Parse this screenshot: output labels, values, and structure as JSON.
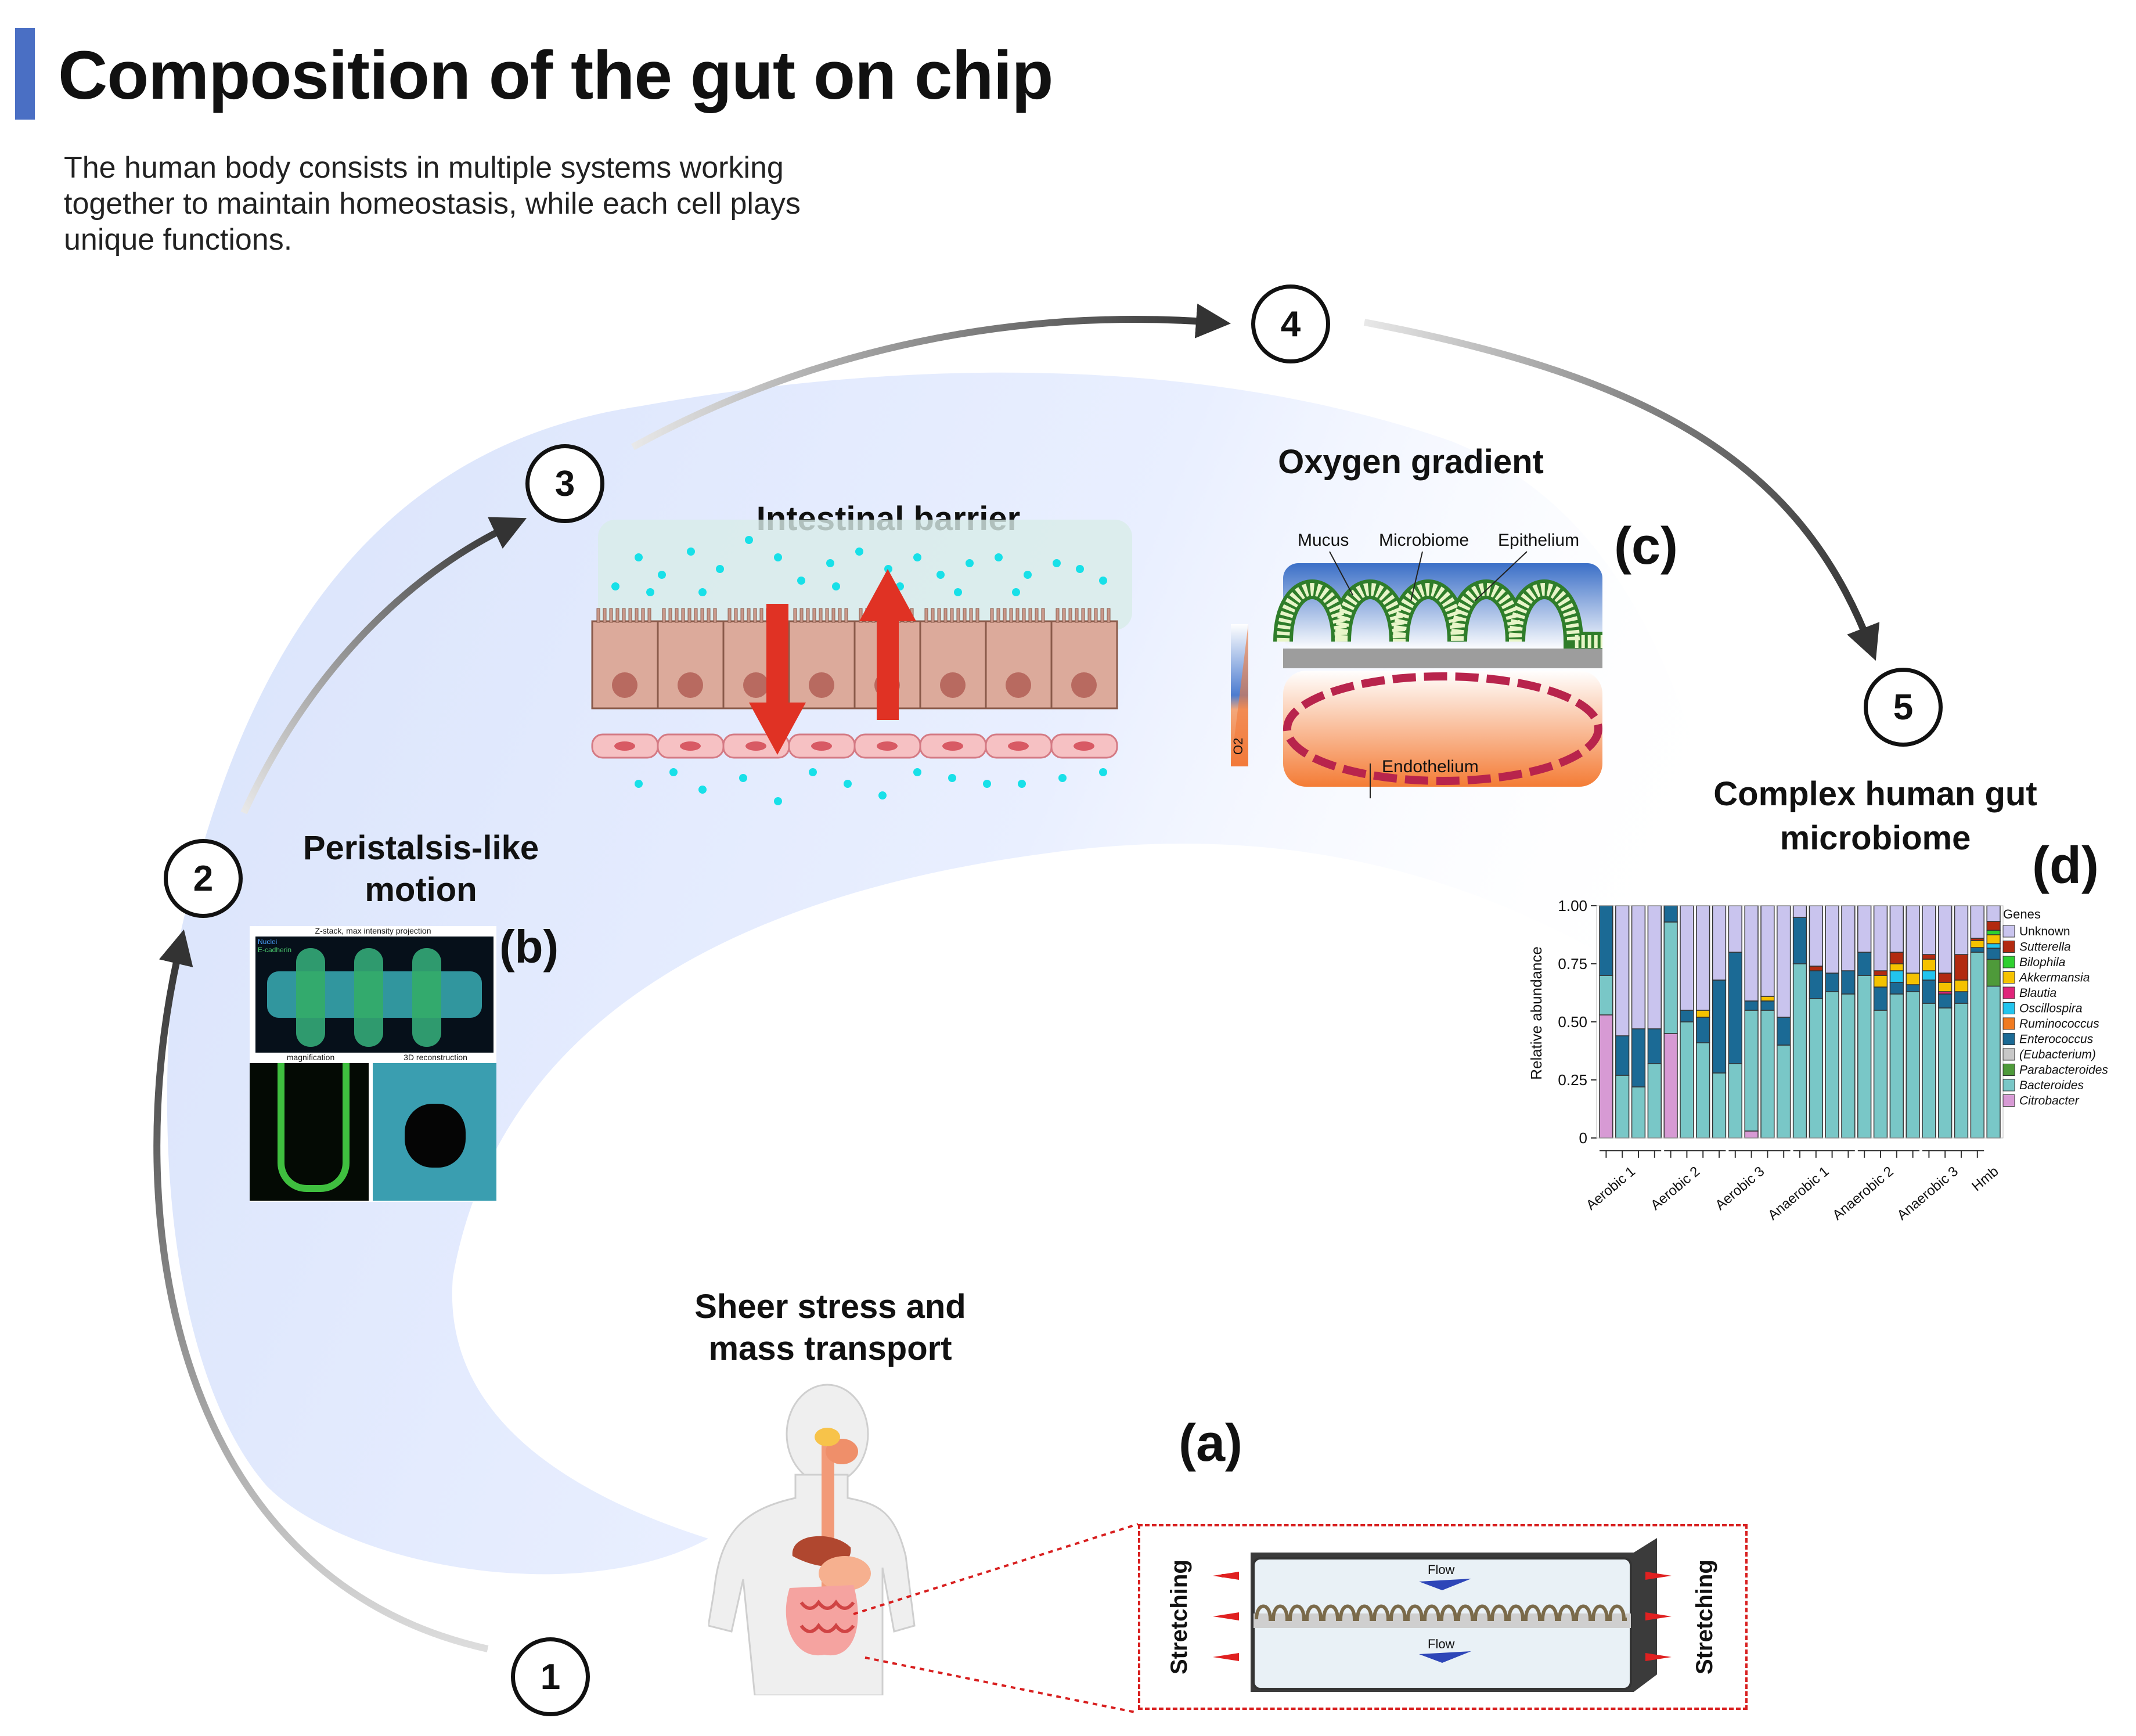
{
  "title": "Composition of the gut on chip",
  "intro": "The human body consists in multiple systems working together to maintain homeostasis, while each cell plays unique functions.",
  "steps": [
    "1",
    "2",
    "3",
    "4",
    "5"
  ],
  "sections": {
    "shear": "Sheer stress and mass transport",
    "peristalsis": "Peristalsis-like motion",
    "barrier": "Intestinal barrier",
    "oxygen": "Oxygen gradient",
    "microbiome": "Complex human gut microbiome"
  },
  "panels": {
    "a": "(a)",
    "b": "(b)",
    "c": "(c)",
    "d": "(d)"
  },
  "chip": {
    "stretch_left": "Stretching",
    "stretch_right": "Stretching",
    "flow_top": "Flow",
    "flow_bottom": "Flow"
  },
  "microscopy": {
    "top_caption": "Z-stack, max intensity projection",
    "legend_1": "Nuclei",
    "legend_2": "E-cadherin",
    "bottom_left": "magnification",
    "bottom_right": "3D reconstruction"
  },
  "oxygen_labels": {
    "mucus": "Mucus",
    "microbiome": "Microbiome",
    "epithelium": "Epithelium",
    "endothelium": "Endothelium",
    "o2": "O2"
  },
  "colors": {
    "accent": "#4a6fc4",
    "arrow_red": "#e03224",
    "teal_bar": "#79c7c7",
    "dot_cyan": "#18e0e8"
  },
  "chart_data": {
    "type": "bar",
    "stacked": true,
    "ylabel": "Relative abundance",
    "yticks": [
      "1.00",
      "0.75",
      "0.50",
      "0.25",
      "0"
    ],
    "ylim": [
      0,
      1
    ],
    "group_labels": [
      "Aerobic 1",
      "Aerobic 2",
      "Aerobic 3",
      "Anaerobic 1",
      "Anaerobic 2",
      "Anaerobic 3",
      "Hmb"
    ],
    "groups": [
      4,
      4,
      4,
      4,
      4,
      4,
      1
    ],
    "legend_title": "Genes",
    "series": [
      {
        "name": "Citrobacter",
        "color": "#d79ad4",
        "values": [
          0.53,
          0,
          0,
          0,
          0.45,
          0,
          0,
          0,
          0,
          0.03,
          0,
          0,
          0,
          0,
          0,
          0,
          0,
          0,
          0,
          0,
          0,
          0,
          0,
          0,
          0
        ]
      },
      {
        "name": "Bacteroides",
        "color": "#79c7c7",
        "values": [
          0.17,
          0.27,
          0.22,
          0.32,
          0.48,
          0.5,
          0.41,
          0.28,
          0.32,
          0.52,
          0.55,
          0.4,
          0.75,
          0.6,
          0.63,
          0.62,
          0.7,
          0.55,
          0.62,
          0.63,
          0.58,
          0.56,
          0.58,
          0.8,
          0.68
        ]
      },
      {
        "name": "Parabacteroides",
        "color": "#4e9a3a",
        "values": [
          0,
          0,
          0,
          0,
          0,
          0,
          0,
          0,
          0,
          0,
          0,
          0,
          0,
          0,
          0,
          0,
          0,
          0,
          0,
          0,
          0,
          0,
          0,
          0,
          0.12
        ]
      },
      {
        "name": "(Eubacterium)",
        "color": "#c8c8c8",
        "values": [
          0,
          0,
          0,
          0,
          0,
          0,
          0,
          0,
          0,
          0,
          0,
          0,
          0,
          0,
          0,
          0,
          0,
          0,
          0,
          0,
          0,
          0,
          0,
          0,
          0
        ]
      },
      {
        "name": "Enterococcus",
        "color": "#1b6a95",
        "values": [
          0.3,
          0.17,
          0.25,
          0.15,
          0.07,
          0.05,
          0.11,
          0.4,
          0.48,
          0.04,
          0.04,
          0.12,
          0.2,
          0.12,
          0.08,
          0.1,
          0.1,
          0.1,
          0.05,
          0.03,
          0.1,
          0.06,
          0.05,
          0.02,
          0.05
        ]
      },
      {
        "name": "Oscillospira",
        "color": "#22c4ee",
        "values": [
          0,
          0,
          0,
          0,
          0,
          0,
          0,
          0,
          0,
          0,
          0,
          0,
          0,
          0,
          0,
          0,
          0,
          0,
          0.05,
          0,
          0.04,
          0,
          0,
          0,
          0.02
        ]
      },
      {
        "name": "Ruminococcus",
        "color": "#f07a20",
        "values": [
          0,
          0,
          0,
          0,
          0,
          0,
          0,
          0,
          0,
          0,
          0,
          0,
          0,
          0,
          0,
          0,
          0,
          0,
          0,
          0,
          0,
          0,
          0,
          0,
          0
        ]
      },
      {
        "name": "Blautia",
        "color": "#e0247a",
        "values": [
          0,
          0,
          0,
          0,
          0,
          0,
          0,
          0,
          0,
          0,
          0,
          0,
          0,
          0,
          0,
          0,
          0,
          0,
          0,
          0,
          0,
          0.01,
          0,
          0,
          0
        ]
      },
      {
        "name": "Akkermansia",
        "color": "#f5c200",
        "values": [
          0,
          0,
          0,
          0,
          0,
          0,
          0.03,
          0,
          0,
          0,
          0.02,
          0,
          0,
          0,
          0,
          0,
          0,
          0.05,
          0.03,
          0.05,
          0.05,
          0.04,
          0.05,
          0.03,
          0.04
        ]
      },
      {
        "name": "Bilophila",
        "color": "#2fd030",
        "values": [
          0,
          0,
          0,
          0,
          0,
          0,
          0,
          0,
          0,
          0,
          0,
          0,
          0,
          0,
          0,
          0,
          0,
          0,
          0,
          0,
          0,
          0,
          0,
          0,
          0.02
        ]
      },
      {
        "name": "Sutterella",
        "color": "#b22a10",
        "values": [
          0,
          0,
          0,
          0,
          0,
          0,
          0,
          0,
          0,
          0,
          0,
          0,
          0,
          0.02,
          0,
          0,
          0,
          0.02,
          0.05,
          0,
          0.02,
          0.04,
          0.11,
          0.01,
          0.04
        ]
      },
      {
        "name": "Unknown",
        "color": "#c9c4ee",
        "values": [
          0,
          0.56,
          0.53,
          0.53,
          0,
          0.45,
          0.45,
          0.32,
          0.2,
          0.41,
          0.39,
          0.48,
          0.05,
          0.26,
          0.29,
          0.28,
          0.2,
          0.28,
          0.2,
          0.29,
          0.21,
          0.29,
          0.21,
          0.14,
          0.07
        ]
      }
    ],
    "legend_order": [
      "Unknown",
      "Sutterella",
      "Bilophila",
      "Akkermansia",
      "Blautia",
      "Oscillospira",
      "Ruminococcus",
      "Enterococcus",
      "(Eubacterium)",
      "Parabacteroides",
      "Bacteroides",
      "Citrobacter"
    ]
  }
}
